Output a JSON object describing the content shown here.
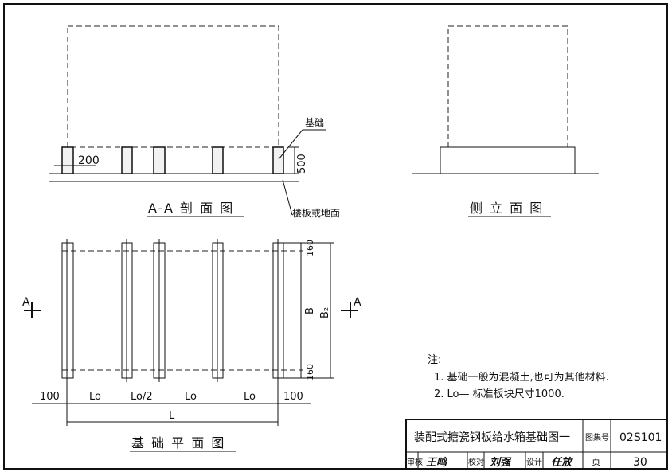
{
  "section_view": {
    "title": "A-A 剖 面 图",
    "foundation_label": "基础",
    "floor_label": "楼板或地面",
    "dim_width": "200",
    "dim_height": "500"
  },
  "side_view": {
    "title": "侧 立 面 图"
  },
  "plan_view": {
    "title": "基 础 平 面 图",
    "section_mark_left": "A",
    "section_mark_right": "A",
    "dim_top": "160",
    "dim_bottom": "160",
    "dim_b": "B",
    "dim_b2": "B₂",
    "bottom_dims": [
      "100",
      "Lo",
      "Lo/2",
      "Lo",
      "Lo",
      "100"
    ],
    "dim_total": "L"
  },
  "notes": {
    "heading": "注:",
    "items": [
      "1. 基础一般为混凝土,也可为其他材料.",
      "2. Lo— 标准板块尺寸1000."
    ]
  },
  "title_block": {
    "drawing_title": "装配式搪瓷钢板给水箱基础图一",
    "atlas_label": "图集号",
    "atlas_no": "02S101",
    "review_label": "审核",
    "check_label": "校对",
    "design_label": "设计",
    "page_label": "页",
    "page_no": "30",
    "signatures": [
      "王鸣",
      "刘强",
      "任放"
    ]
  }
}
